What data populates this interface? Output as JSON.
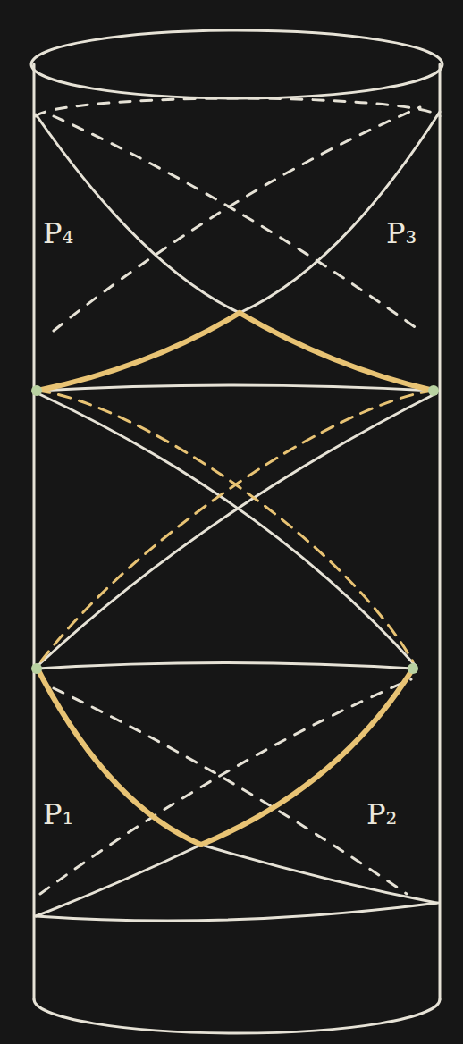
{
  "diagram": {
    "labels": [
      "P₄",
      "P₃",
      "P₁",
      "P₂"
    ]
  }
}
